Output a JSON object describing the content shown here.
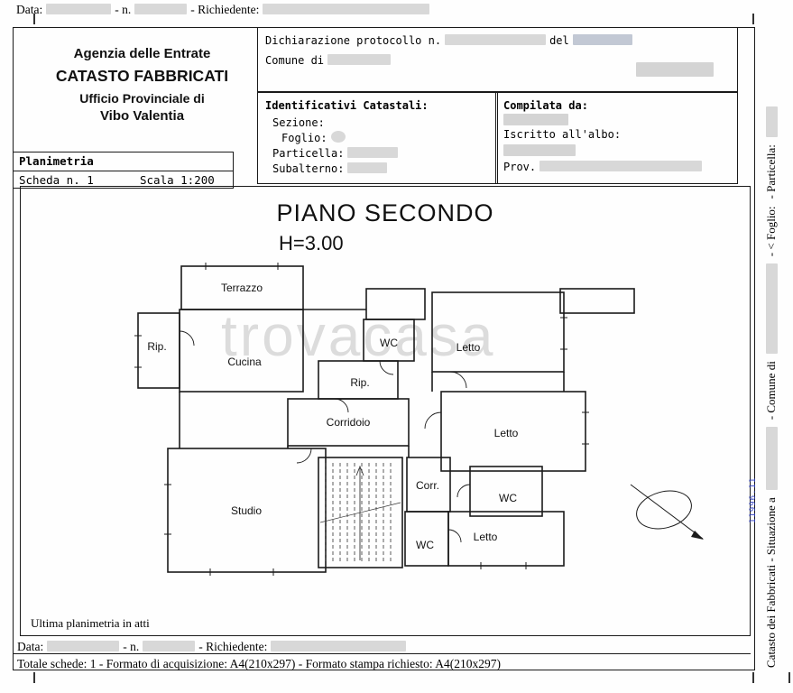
{
  "colors": {
    "redaction": "#d8d8d8",
    "redaction_dark": "#c2c8d4",
    "stamp_blue": "#2f3fbf",
    "line": "#1a1a1a"
  },
  "top_line": {
    "data_label": "Data:",
    "n_label": "- n.",
    "richiedente_label": "- Richiedente:"
  },
  "header": {
    "agency_line1": "Agenzia delle Entrate",
    "agency_line2": "CATASTO FABBRICATI",
    "agency_line3": "Ufficio Provinciale di",
    "agency_line4": "Vibo Valentia",
    "declaration_prefix": "Dichiarazione protocollo n.",
    "declaration_del": "del",
    "comune_label": "Comune di",
    "identificativi_title": "Identificativi Catastali:",
    "sezione_label": "Sezione:",
    "foglio_label": "Foglio:",
    "particella_label": "Particella:",
    "subalterno_label": "Subalterno:",
    "compilata_label": "Compilata da:",
    "albo_label": "Iscritto all'albo:",
    "prov_label": "Prov."
  },
  "planimetria_box": {
    "title": "Planimetria",
    "scheda": "Scheda n. 1",
    "scala": "Scala 1:200"
  },
  "plan": {
    "title": "PIANO SECONDO",
    "height_label": "H=3.00",
    "watermark": "trovacasa",
    "rooms": {
      "terrazzo": "Terrazzo",
      "rip1": "Rip.",
      "cucina": "Cucina",
      "wc_top": "WC",
      "letto_top": "Letto",
      "rip2": "Rip.",
      "corridoio": "Corridoio",
      "letto_right": "Letto",
      "studio": "Studio",
      "corr": "Corr.",
      "wc_mid": "WC",
      "wc_bottom": "WC",
      "letto_bottom": "Letto"
    }
  },
  "footer": {
    "ultima": "Ultima planimetria in atti",
    "data_label": "Data:",
    "n_label": "- n.",
    "richiedente_label": "- Richiedente:",
    "totale": "Totale schede: 1 - Formato di acquisizione: A4(210x297)  - Formato stampa richiesto: A4(210x297)"
  },
  "sidebar": {
    "part1": "Catasto dei Fabbricati - Situazione a",
    "part2": "- Comune di",
    "part3": "- < Foglio:",
    "part4": "- Particella:",
    "stamp": "11996.11"
  }
}
